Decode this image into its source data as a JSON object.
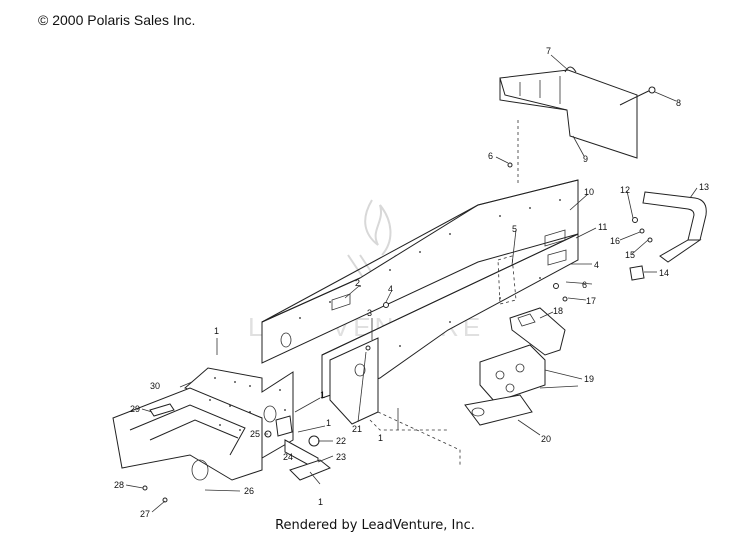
{
  "header": {
    "copyright": "© 2000 Polaris Sales Inc."
  },
  "footer": {
    "rendered_by": "Rendered by LeadVenture, Inc."
  },
  "watermark": {
    "text": "LEADVENTURE"
  },
  "callouts": [
    "1",
    "2",
    "3",
    "4",
    "5",
    "6",
    "7",
    "8",
    "9",
    "10",
    "11",
    "12",
    "13",
    "14",
    "15",
    "16",
    "17",
    "18",
    "19",
    "20",
    "21",
    "22",
    "23",
    "24",
    "25",
    "26",
    "27",
    "28",
    "29",
    "30"
  ]
}
